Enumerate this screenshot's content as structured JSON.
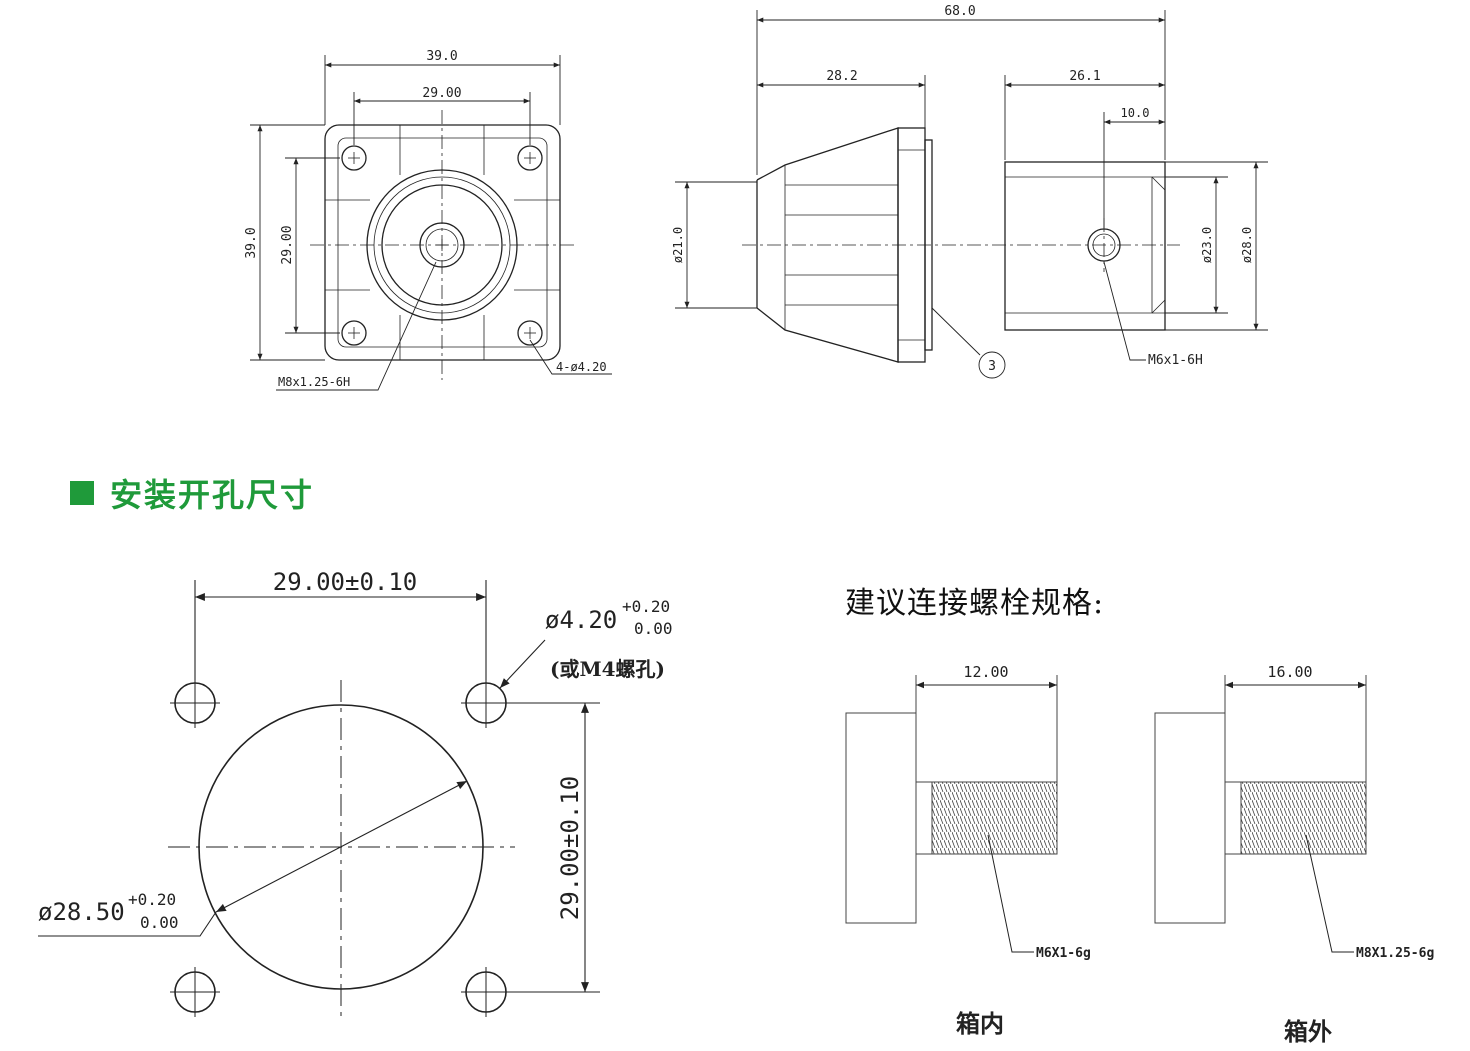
{
  "colors": {
    "accent": "#1f9a3a",
    "line": "#222222",
    "thin": "#444444"
  },
  "front_view": {
    "dim_width_outer": "39.0",
    "dim_width_inner": "29.00",
    "dim_height_outer": "39.0",
    "dim_height_inner": "29.00",
    "thread_label": "M8x1.25-6H",
    "hole_label": "4-ø4.20"
  },
  "side_view": {
    "dim_total": "68.0",
    "dim_left": "28.2",
    "dim_right": "26.1",
    "dim_hole": "10.0",
    "dia_left": "ø21.0",
    "dia_inner": "ø23.0",
    "dia_outer": "ø28.0",
    "callout": "3",
    "thread_label": "M6x1-6H"
  },
  "section": {
    "title": "安装开孔尺寸"
  },
  "cutout": {
    "dim_h": "29.00±0.10",
    "dim_v": "29.00±0.10",
    "hole_dia": "ø4.20",
    "hole_tol_upper": "+0.20",
    "hole_tol_lower": "0.00",
    "hole_note": "(或M4螺孔)",
    "big_dia": "ø28.50",
    "big_tol_upper": "+0.20",
    "big_tol_lower": "0.00"
  },
  "bolts": {
    "title": "建议连接螺栓规格:",
    "inner": {
      "dim": "12.00",
      "thread": "M6X1-6g",
      "label": "箱内"
    },
    "outer": {
      "dim": "16.00",
      "thread": "M8X1.25-6g",
      "label": "箱外"
    }
  }
}
